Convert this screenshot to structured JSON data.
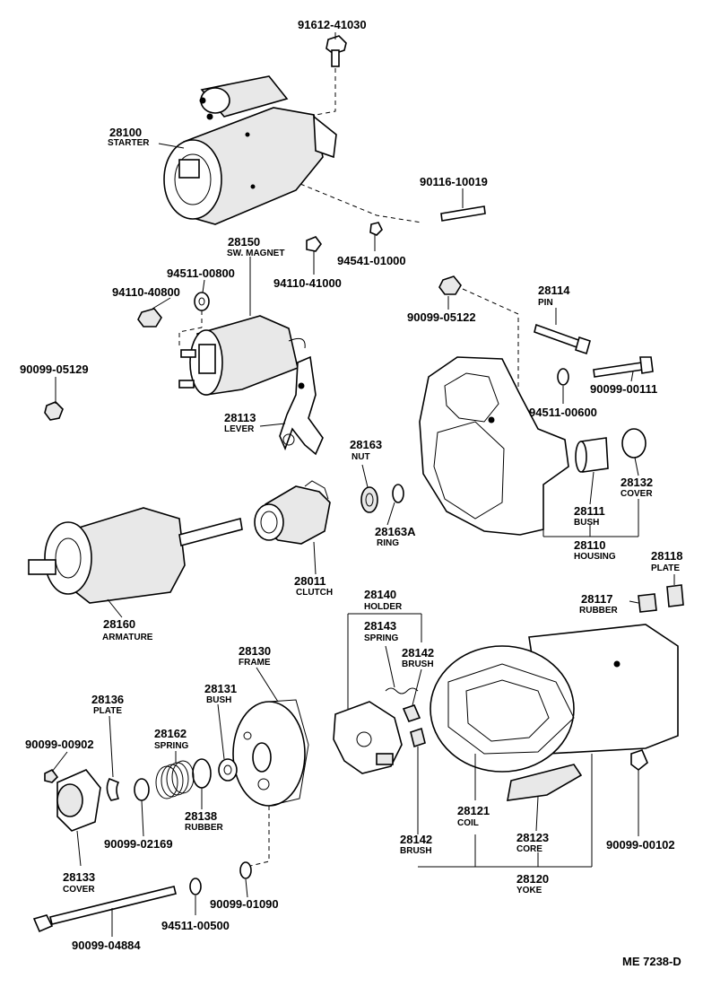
{
  "parts": {
    "p28100": {
      "number": "28100",
      "name": "STARTER"
    },
    "p91612_41030": {
      "number": "91612-41030"
    },
    "p90116_10019": {
      "number": "90116-10019"
    },
    "p94541_01000": {
      "number": "94541-01000"
    },
    "p28150": {
      "number": "28150",
      "name": "SW. MAGNET"
    },
    "p94511_00800": {
      "number": "94511-00800"
    },
    "p94110_40800": {
      "number": "94110-40800"
    },
    "p94110_41000": {
      "number": "94110-41000"
    },
    "p90099_05122": {
      "number": "90099-05122"
    },
    "p28114": {
      "number": "28114",
      "name": "PIN"
    },
    "p90099_05129": {
      "number": "90099-05129"
    },
    "p90099_00111": {
      "number": "90099-00111"
    },
    "p94511_00600": {
      "number": "94511-00600"
    },
    "p28113": {
      "number": "28113",
      "name": "LEVER"
    },
    "p28163": {
      "number": "28163",
      "name": "NUT"
    },
    "p28163A": {
      "number": "28163A",
      "name": "RING"
    },
    "p28132": {
      "number": "28132",
      "name": "COVER"
    },
    "p28111": {
      "number": "28111",
      "name": "BUSH"
    },
    "p28110": {
      "number": "28110",
      "name": "HOUSING"
    },
    "p28011": {
      "number": "28011",
      "name": "CLUTCH"
    },
    "p28160": {
      "number": "28160",
      "name": "ARMATURE"
    },
    "p28118": {
      "number": "28118",
      "name": "PLATE"
    },
    "p28117": {
      "number": "28117",
      "name": "RUBBER"
    },
    "p28140": {
      "number": "28140",
      "name": "HOLDER"
    },
    "p28143": {
      "number": "28143",
      "name": "SPRING"
    },
    "p28142a": {
      "number": "28142",
      "name": "BRUSH"
    },
    "p28130": {
      "number": "28130",
      "name": "FRAME"
    },
    "p28131": {
      "number": "28131",
      "name": "BUSH"
    },
    "p28136": {
      "number": "28136",
      "name": "PLATE"
    },
    "p90099_00902": {
      "number": "90099-00902"
    },
    "p28162": {
      "number": "28162",
      "name": "SPRING"
    },
    "p28138": {
      "number": "28138",
      "name": "RUBBER"
    },
    "p90099_02169": {
      "number": "90099-02169"
    },
    "p28133": {
      "number": "28133",
      "name": "COVER"
    },
    "p28121": {
      "number": "28121",
      "name": "COIL"
    },
    "p28123": {
      "number": "28123",
      "name": "CORE"
    },
    "p28142b": {
      "number": "28142",
      "name": "BRUSH"
    },
    "p90099_00102": {
      "number": "90099-00102"
    },
    "p28120": {
      "number": "28120",
      "name": "YOKE"
    },
    "p94511_00500": {
      "number": "94511-00500"
    },
    "p90099_01090": {
      "number": "90099-01090"
    },
    "p90099_04884": {
      "number": "90099-04884"
    }
  },
  "diagram_code": "ME 7238-D"
}
